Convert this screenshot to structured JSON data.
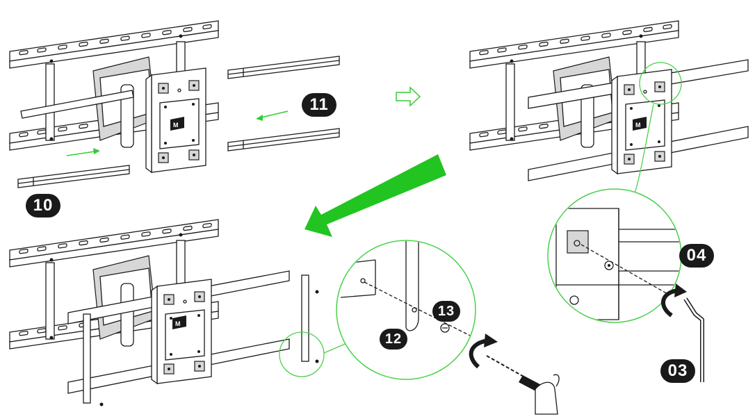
{
  "steps": [
    {
      "id": "10",
      "label": "10"
    },
    {
      "id": "11",
      "label": "11"
    },
    {
      "id": "12",
      "label": "12"
    },
    {
      "id": "13",
      "label": "13"
    },
    {
      "id": "04",
      "label": "04"
    },
    {
      "id": "03",
      "label": "03"
    }
  ],
  "colors": {
    "accent_green": "#33cc33",
    "callout_green": "#4ad04a",
    "line": "#1a1a1a",
    "badge_bg": "#1a1a1a",
    "badge_text": "#ffffff"
  },
  "icons": {
    "next_arrow": "outline-right-arrow-icon",
    "down_arrow": "green-down-left-arrow-icon",
    "rotate": "rotate-clockwise-icon",
    "screwdriver": "screwdriver-icon",
    "allen_key": "hex-key-icon",
    "logo": "brand-logo-icon"
  }
}
